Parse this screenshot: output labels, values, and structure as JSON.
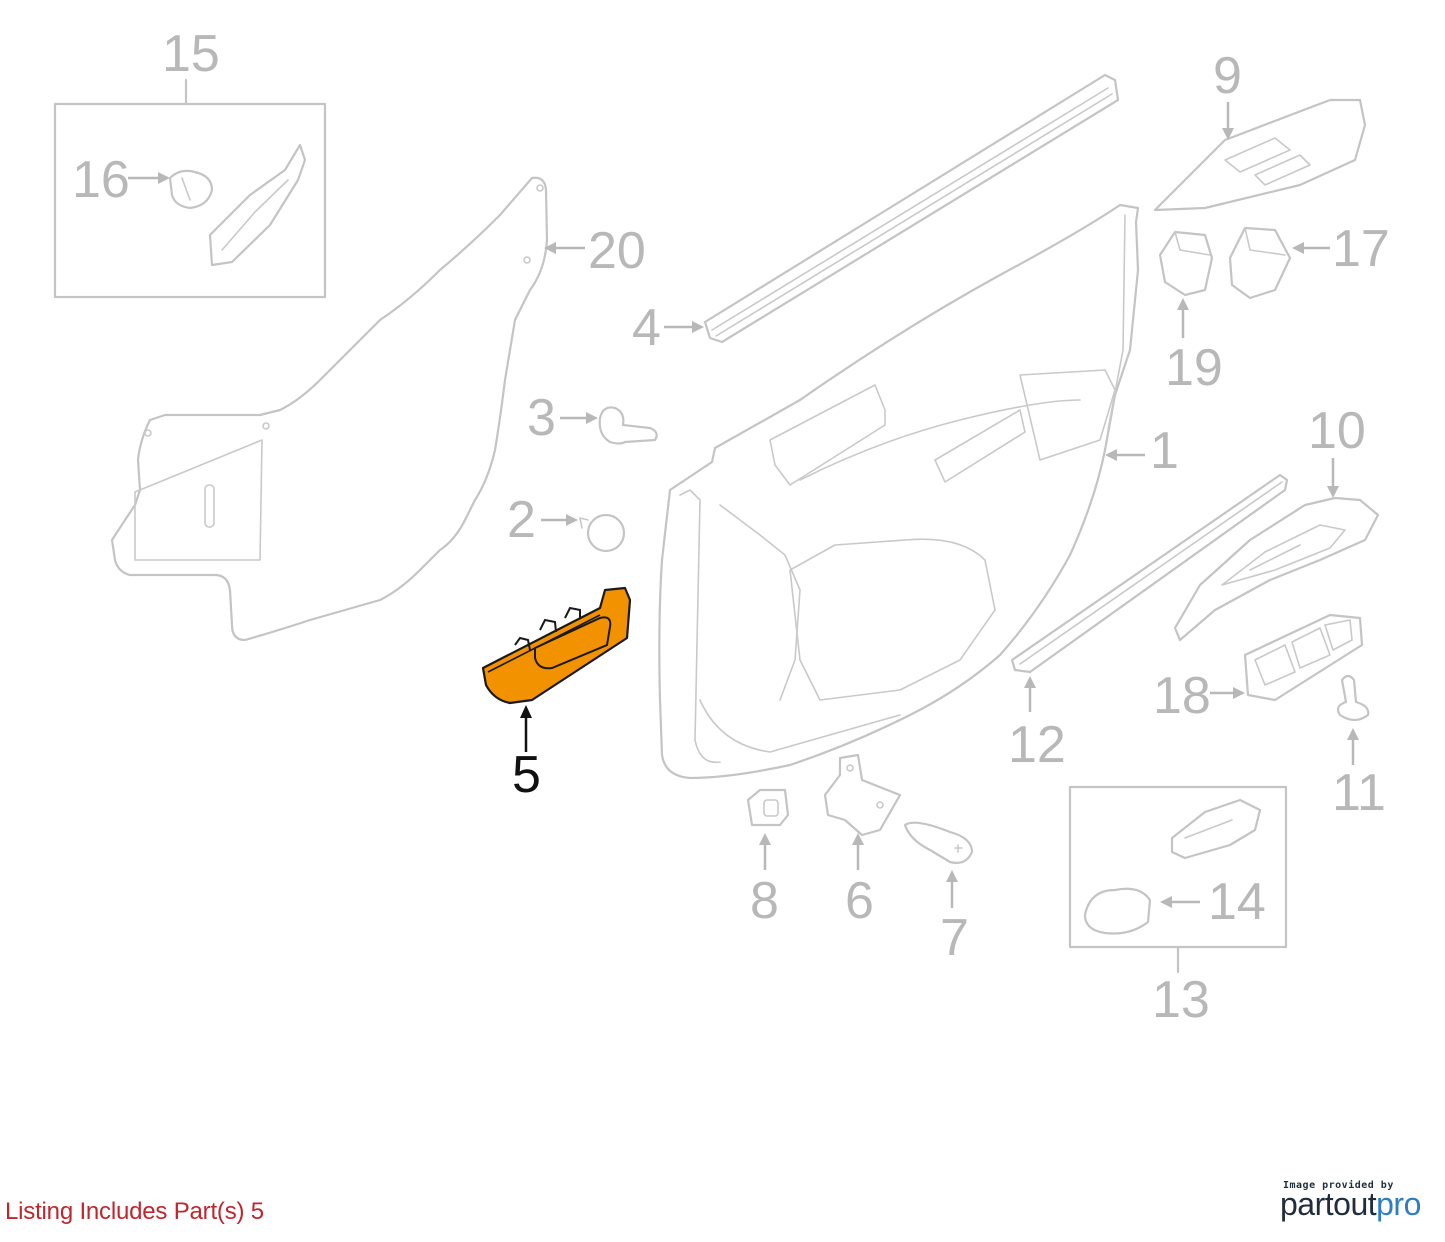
{
  "diagram": {
    "callouts": {
      "c1": "1",
      "c2": "2",
      "c3": "3",
      "c4": "4",
      "c5": "5",
      "c6": "6",
      "c7": "7",
      "c8": "8",
      "c9": "9",
      "c10": "10",
      "c11": "11",
      "c12": "12",
      "c13": "13",
      "c14": "14",
      "c15": "15",
      "c16": "16",
      "c17": "17",
      "c18": "18",
      "c19": "19",
      "c20": "20"
    },
    "highlight_color": "#f39200",
    "line_color": "#c4c4c4"
  },
  "footer": {
    "listing_note": "Listing Includes Part(s) 5",
    "credit_small": "Image provided by",
    "credit_logo_part1": "partout",
    "credit_logo_part2": "pro"
  }
}
